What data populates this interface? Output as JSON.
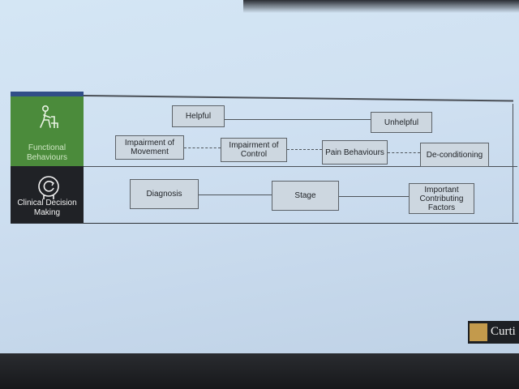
{
  "side_panels": {
    "functional_behaviours": {
      "label": "Functional Behaviours",
      "icon": "person-chair-icon",
      "color": "#4b8b3b"
    },
    "clinical_decision_making": {
      "label": "Clinical Decision Making",
      "icon": "refresh-brain-icon",
      "color": "#202226"
    }
  },
  "functional_behaviours": {
    "helpful": "Helpful",
    "unhelpful": "Unhelpful",
    "spectrum": [
      "Impairment of Movement",
      "Impairment of Control",
      "Pain Behaviours",
      "De-conditioning"
    ]
  },
  "clinical_decision_making": {
    "steps": [
      "Diagnosis",
      "Stage",
      "Important Contributing Factors"
    ]
  },
  "logo": {
    "text": "Curti",
    "color": "#c39a4c"
  }
}
